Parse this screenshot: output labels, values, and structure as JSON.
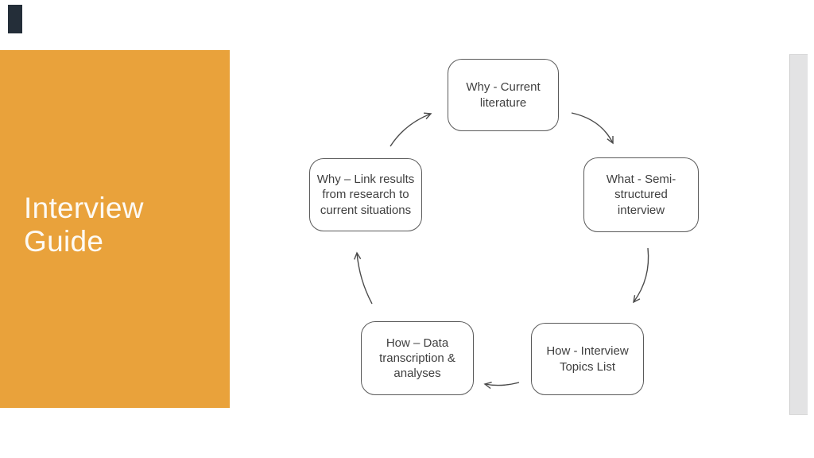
{
  "slide": {
    "title": "Interview\nGuide",
    "colors": {
      "panel_orange": "#E9A23B",
      "corner_mark": "#242E39",
      "title_text": "#FDFAF4",
      "node_border": "#5A5A5A",
      "node_text": "#3F3F3F",
      "next_slide_edge": "#E3E3E4"
    }
  },
  "diagram": {
    "type": "cycle",
    "nodes": [
      {
        "id": "top",
        "label": "Why - Current\nliterature"
      },
      {
        "id": "right",
        "label": "What - Semi-\nstructured\ninterview"
      },
      {
        "id": "bottom-right",
        "label": "How - Interview\nTopics List"
      },
      {
        "id": "bottom-left",
        "label": "How – Data\ntranscription &\nanalyses"
      },
      {
        "id": "left",
        "label": "Why – Link results\nfrom research to\ncurrent situations"
      }
    ],
    "flow": [
      "left → top",
      "top → right",
      "right → bottom-right",
      "bottom-right → bottom-left",
      "bottom-left → left"
    ]
  }
}
